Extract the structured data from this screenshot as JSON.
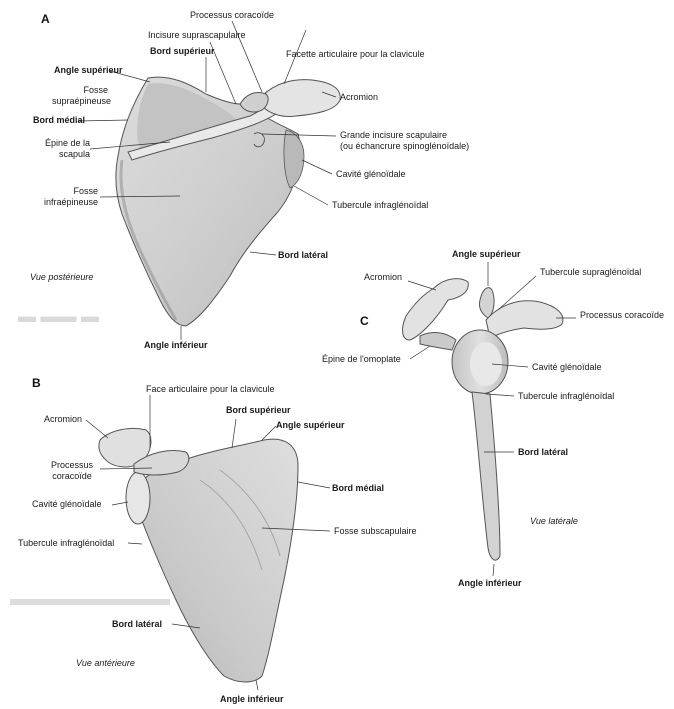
{
  "panels": {
    "a": {
      "letter": "A",
      "view": "Vue postérieure",
      "labels": {
        "processus_coracoide": "Processus coracoïde",
        "incisure_suprascapulaire": "Incisure suprascapulaire",
        "bord_superieur": "Bord supérieur",
        "facette_articulaire": "Facette articulaire pour la clavicule",
        "angle_superieur": "Angle supérieur",
        "fosse_supraepineuse_1": "Fosse",
        "fosse_supraepineuse_2": "supraépineuse",
        "acromion": "Acromion",
        "bord_medial": "Bord médial",
        "grande_incisure_1": "Grande incisure scapulaire",
        "grande_incisure_2": "(ou échancrure spinoglénoïdale)",
        "epine_1": "Épine de la",
        "epine_2": "scapula",
        "cavite_glenoidale": "Cavité glénoïdale",
        "fosse_infraepineuse_1": "Fosse",
        "fosse_infraepineuse_2": "infraépineuse",
        "tubercule_infraglenoidal": "Tubercule infraglénoïdal",
        "bord_lateral": "Bord latéral",
        "angle_inferieur": "Angle inférieur"
      }
    },
    "b": {
      "letter": "B",
      "view": "Vue antérieure",
      "labels": {
        "face_articulaire": "Face articulaire pour la clavicule",
        "acromion": "Acromion",
        "bord_superieur": "Bord supérieur",
        "angle_superieur": "Angle supérieur",
        "processus_1": "Processus",
        "processus_2": "coracoïde",
        "bord_medial": "Bord médial",
        "cavite_glenoidale": "Cavité glénoïdale",
        "fosse_subscapulaire": "Fosse subscapulaire",
        "tubercule_infraglenoidal": "Tubercule infraglénoïdal",
        "bord_lateral": "Bord latéral",
        "angle_inferieur": "Angle inférieur"
      }
    },
    "c": {
      "letter": "C",
      "view": "Vue latérale",
      "labels": {
        "angle_superieur": "Angle supérieur",
        "acromion": "Acromion",
        "tubercule_supraglenoidal": "Tubercule supraglénoïdal",
        "processus_coracoide": "Processus coracoïde",
        "epine": "Épine de l'omoplate",
        "cavite_glenoidale": "Cavité glénoïdale",
        "tubercule_infraglenoidal": "Tubercule infraglénoïdal",
        "bord_lateral": "Bord latéral",
        "angle_inferieur": "Angle inférieur"
      }
    }
  },
  "colors": {
    "bone_fill": "#d6d6d6",
    "bone_shadow": "#a9a9a9",
    "bone_light": "#ececec",
    "outline": "#555555",
    "leader": "#333333",
    "background": "#ffffff"
  }
}
